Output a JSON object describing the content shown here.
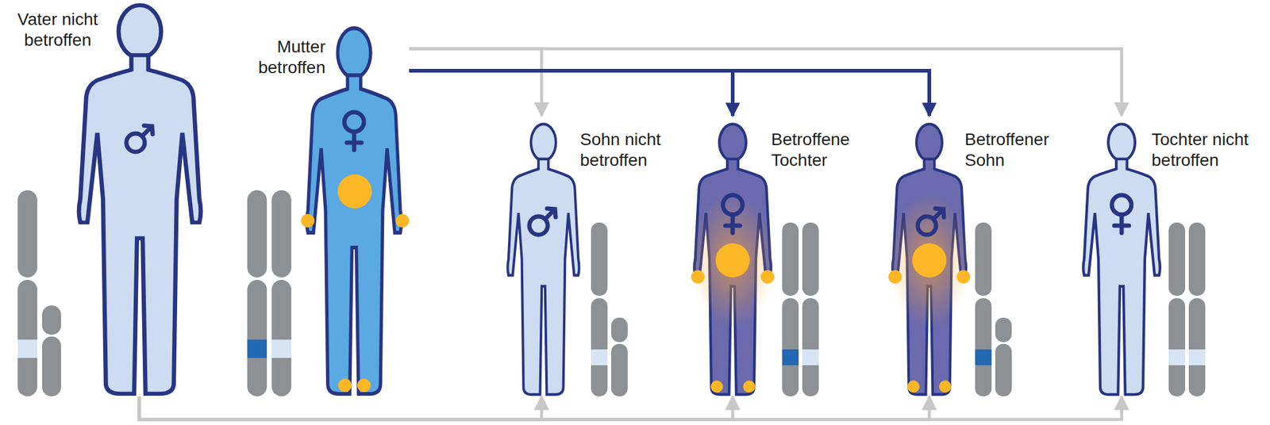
{
  "diagram": {
    "nodes": [
      {
        "text": [
          "Vater nicht betroffen"
        ]
      },
      {
        "text": [
          "Mutter betroffen"
        ]
      },
      {
        "text": [
          "Sohn nicht betroffen"
        ]
      },
      {
        "text": [
          "Betroffene Tochter"
        ]
      },
      {
        "text": [
          "Betroffener Sohn"
        ]
      },
      {
        "text": [
          "Tochter nicht betroffen"
        ]
      }
    ],
    "edges": [
      {
        "from": 1,
        "to": 2,
        "arrow": "to"
      },
      {
        "from": 1,
        "to": 3,
        "arrow": "to"
      },
      {
        "from": 1,
        "to": 4,
        "arrow": "to"
      },
      {
        "from": 1,
        "to": 5,
        "arrow": "to"
      },
      {
        "from": 0,
        "to": 2,
        "arrow": "to"
      },
      {
        "from": 0,
        "to": 3,
        "arrow": "to"
      },
      {
        "from": 0,
        "to": 4,
        "arrow": "to"
      },
      {
        "from": 0,
        "to": 5,
        "arrow": "to"
      }
    ]
  }
}
